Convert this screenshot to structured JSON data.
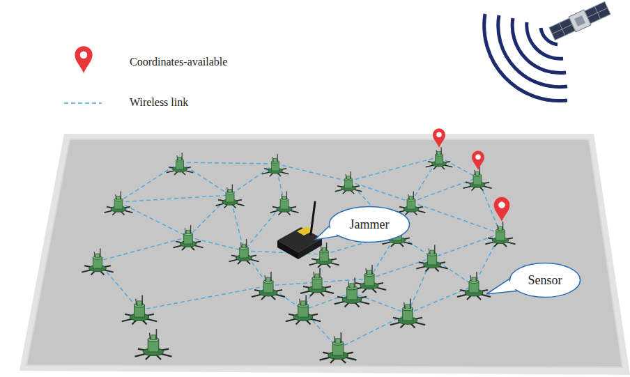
{
  "diagram": {
    "nodes": [
      {
        "text": [
          "Jammer"
        ]
      },
      {
        "text": [
          "Sensor"
        ]
      }
    ],
    "legend": [
      {
        "text": "Coordinates-available"
      },
      {
        "text": "Wireless link"
      }
    ]
  }
}
